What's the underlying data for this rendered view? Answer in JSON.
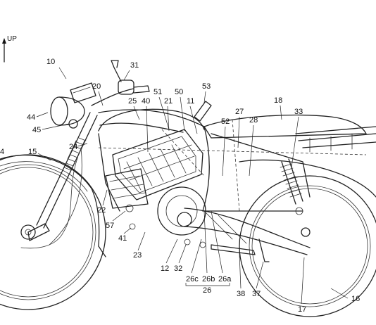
{
  "direction": {
    "label": "UP"
  },
  "labels": [
    {
      "id": "n10",
      "text": "10"
    },
    {
      "id": "n31",
      "text": "31"
    },
    {
      "id": "n20",
      "text": "20"
    },
    {
      "id": "n53",
      "text": "53"
    },
    {
      "id": "n51",
      "text": "51"
    },
    {
      "id": "n50",
      "text": "50"
    },
    {
      "id": "n25",
      "text": "25"
    },
    {
      "id": "n40",
      "text": "40"
    },
    {
      "id": "n21",
      "text": "21"
    },
    {
      "id": "n11",
      "text": "11"
    },
    {
      "id": "n18",
      "text": "18"
    },
    {
      "id": "n27",
      "text": "27"
    },
    {
      "id": "n33",
      "text": "33"
    },
    {
      "id": "n44",
      "text": "44"
    },
    {
      "id": "n52",
      "text": "52"
    },
    {
      "id": "n28",
      "text": "28"
    },
    {
      "id": "n45",
      "text": "45"
    },
    {
      "id": "n24",
      "text": "24"
    },
    {
      "id": "n4",
      "text": "4"
    },
    {
      "id": "n15",
      "text": "15"
    },
    {
      "id": "n22",
      "text": "22"
    },
    {
      "id": "n57",
      "text": "57"
    },
    {
      "id": "n41",
      "text": "41"
    },
    {
      "id": "n23",
      "text": "23"
    },
    {
      "id": "n12",
      "text": "12"
    },
    {
      "id": "n32",
      "text": "32"
    },
    {
      "id": "n26c",
      "text": "26c"
    },
    {
      "id": "n26b",
      "text": "26b"
    },
    {
      "id": "n26a",
      "text": "26a"
    },
    {
      "id": "n26",
      "text": "26"
    },
    {
      "id": "n38",
      "text": "38"
    },
    {
      "id": "n37",
      "text": "37"
    },
    {
      "id": "n17",
      "text": "17"
    },
    {
      "id": "n16",
      "text": "16"
    }
  ]
}
